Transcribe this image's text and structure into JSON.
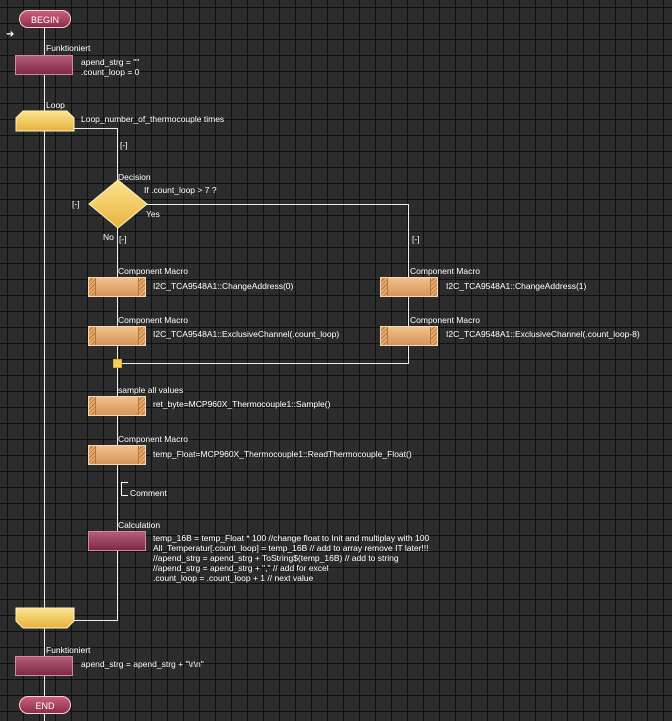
{
  "flow": {
    "begin": "BEGIN",
    "end": "END",
    "calc1": {
      "title": "Funktioniert",
      "lines": [
        "apend_strg = \"\"",
        ".count_loop = 0"
      ]
    },
    "loop": {
      "title": "Loop",
      "text": "Loop_number_of_thermocouple times",
      "collapse": "[-]"
    },
    "decision": {
      "title": "Decision",
      "condition": "If .count_loop > 7 ?",
      "collapse": "[-]",
      "yes": "Yes",
      "no": "No",
      "no_collapse": "[-]",
      "yes_collapse": "[-]"
    },
    "no_branch": [
      {
        "title": "Component Macro",
        "text": "I2C_TCA9548A1::ChangeAddress(0)"
      },
      {
        "title": "Component Macro",
        "text": "I2C_TCA9548A1::ExclusiveChannel(.count_loop)"
      }
    ],
    "yes_branch": [
      {
        "title": "Component Macro",
        "text": "I2C_TCA9548A1::ChangeAddress(1)"
      },
      {
        "title": "Component Macro",
        "text": "I2C_TCA9548A1::ExclusiveChannel(.count_loop-8)"
      }
    ],
    "sample": {
      "title": "sample all values",
      "text": "ret_byte=MCP960X_Thermocouple1::Sample()"
    },
    "read": {
      "title": "Component Macro",
      "text": "temp_Float=MCP960X_Thermocouple1::ReadThermocouple_Float()"
    },
    "comment": "Comment",
    "calc2": {
      "title": "Calculation",
      "lines": [
        "temp_16B = temp_Float * 100 //change float to Init and multiplay with 100",
        "All_Temperatur[.count_loop] = temp_16B // add to array remove IT later!!!",
        "//apend_strg = apend_strg + ToString$(temp_16B) // add to string",
        "//apend_strg = apend_strg + \",\" // add for excel",
        ".count_loop = .count_loop + 1 // next value"
      ]
    },
    "calc3": {
      "title": "Funktioniert",
      "text": "apend_strg = apend_strg + \"\\r\\n\""
    }
  },
  "colors": {
    "calc": "#9e4260",
    "macro": "#e6a870",
    "loop": "#f5d263",
    "begin_end": "#b24462",
    "wire": "#ececec"
  }
}
